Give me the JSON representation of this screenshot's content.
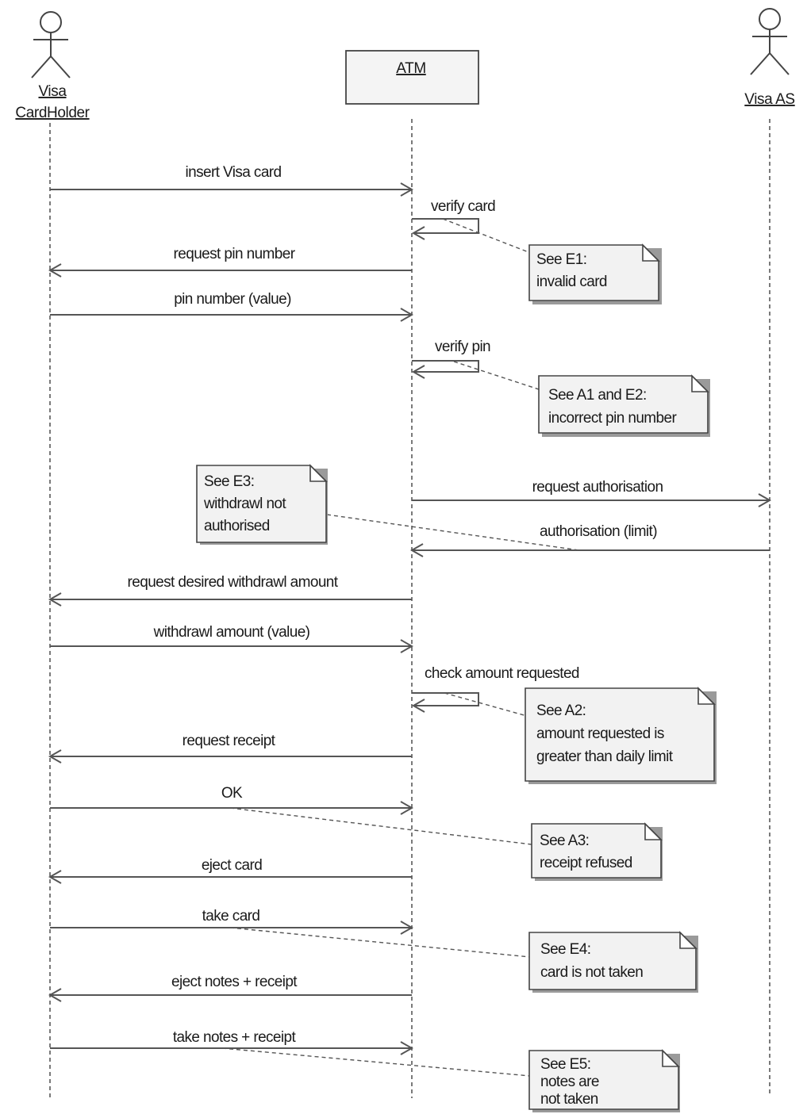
{
  "participants": {
    "cardholder": {
      "line1": "Visa",
      "line2": "CardHolder",
      "icon": "actor-stick-figure"
    },
    "atm": {
      "label": "ATM"
    },
    "visa_as": {
      "label": "Visa AS",
      "icon": "actor-stick-figure"
    }
  },
  "messages": [
    {
      "id": "m1",
      "from": "cardholder",
      "to": "atm",
      "label": "insert Visa card"
    },
    {
      "id": "m2",
      "from": "atm",
      "to": "atm",
      "label": "verify card"
    },
    {
      "id": "m3",
      "from": "atm",
      "to": "cardholder",
      "label": "request pin number"
    },
    {
      "id": "m4",
      "from": "cardholder",
      "to": "atm",
      "label": "pin number (value)"
    },
    {
      "id": "m5",
      "from": "atm",
      "to": "atm",
      "label": "verify pin"
    },
    {
      "id": "m6",
      "from": "atm",
      "to": "visa_as",
      "label": "request authorisation"
    },
    {
      "id": "m7",
      "from": "visa_as",
      "to": "atm",
      "label": "authorisation (limit)"
    },
    {
      "id": "m8",
      "from": "atm",
      "to": "cardholder",
      "label": "request desired withdrawl amount"
    },
    {
      "id": "m9",
      "from": "cardholder",
      "to": "atm",
      "label": "withdrawl amount (value)"
    },
    {
      "id": "m10",
      "from": "atm",
      "to": "atm",
      "label": "check amount requested"
    },
    {
      "id": "m11",
      "from": "atm",
      "to": "cardholder",
      "label": "request receipt"
    },
    {
      "id": "m12",
      "from": "cardholder",
      "to": "atm",
      "label": "OK"
    },
    {
      "id": "m13",
      "from": "atm",
      "to": "cardholder",
      "label": "eject card"
    },
    {
      "id": "m14",
      "from": "cardholder",
      "to": "atm",
      "label": "take card"
    },
    {
      "id": "m15",
      "from": "atm",
      "to": "cardholder",
      "label": "eject notes + receipt"
    },
    {
      "id": "m16",
      "from": "cardholder",
      "to": "atm",
      "label": "take notes + receipt"
    }
  ],
  "notes": [
    {
      "id": "n1",
      "attached_to": "m2",
      "lines": [
        "See E1:",
        "invalid card"
      ]
    },
    {
      "id": "n2",
      "attached_to": "m5",
      "lines": [
        "See A1 and E2:",
        "incorrect pin number"
      ]
    },
    {
      "id": "n3",
      "attached_to": "m7",
      "lines": [
        "See E3:",
        "withdrawl not",
        "authorised"
      ]
    },
    {
      "id": "n4",
      "attached_to": "m10",
      "lines": [
        "See A2:",
        "amount requested is",
        "greater than daily limit"
      ]
    },
    {
      "id": "n5",
      "attached_to": "m12",
      "lines": [
        "See A3:",
        "receipt refused"
      ]
    },
    {
      "id": "n6",
      "attached_to": "m14",
      "lines": [
        "See E4:",
        "card is not taken"
      ]
    },
    {
      "id": "n7",
      "attached_to": "m16",
      "lines": [
        "See E5:",
        "notes are",
        "not taken"
      ]
    }
  ]
}
